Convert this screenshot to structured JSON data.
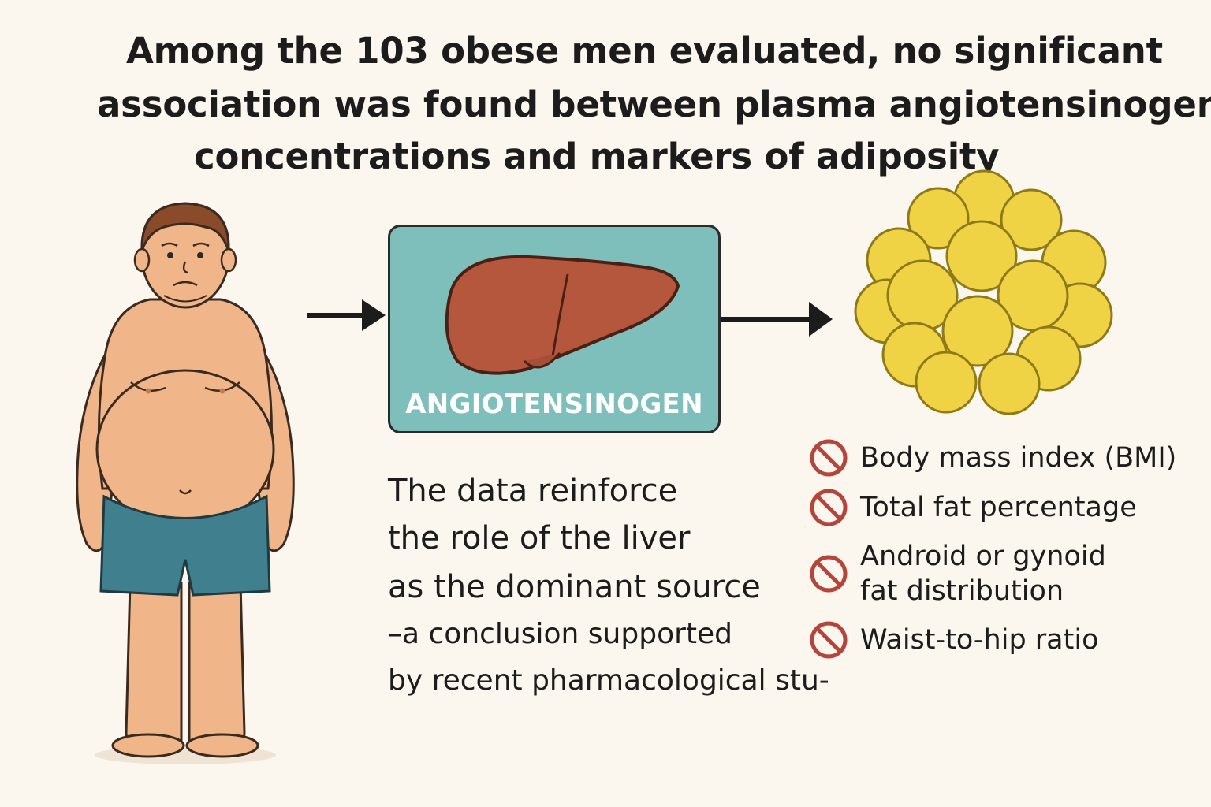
{
  "title_lines": [
    "Among the 103 obese men evaluated, no significant",
    "association was found between plasma angiotensinogen",
    "concentrations and markers of adiposity"
  ],
  "liver_box": {
    "label": "ANGIOTENSINOGEN"
  },
  "conclusion_lines": [
    "The data reinforce",
    "the role of the liver",
    "as the dominant source",
    "–a conclusion supported",
    "by recent pharmacological stu-"
  ],
  "markers": [
    {
      "icon": "prohibited-icon",
      "text_lines": [
        "Body mass index (BMI)"
      ]
    },
    {
      "icon": "prohibited-icon",
      "text_lines": [
        "Total fat percentage"
      ]
    },
    {
      "icon": "prohibited-icon",
      "text_lines": [
        "Android or gynoid",
        "fat distribution"
      ]
    },
    {
      "icon": "prohibited-icon",
      "text_lines": [
        "Waist-to-hip ratio"
      ]
    }
  ],
  "colors": {
    "background": "#fbf6ee",
    "liver_box": "#7ebfbb",
    "liver": "#b5573d",
    "fat_cells": "#f0d245",
    "prohibited": "#b5453b",
    "shorts": "#3f7f8e",
    "skin": "#f0b689"
  }
}
